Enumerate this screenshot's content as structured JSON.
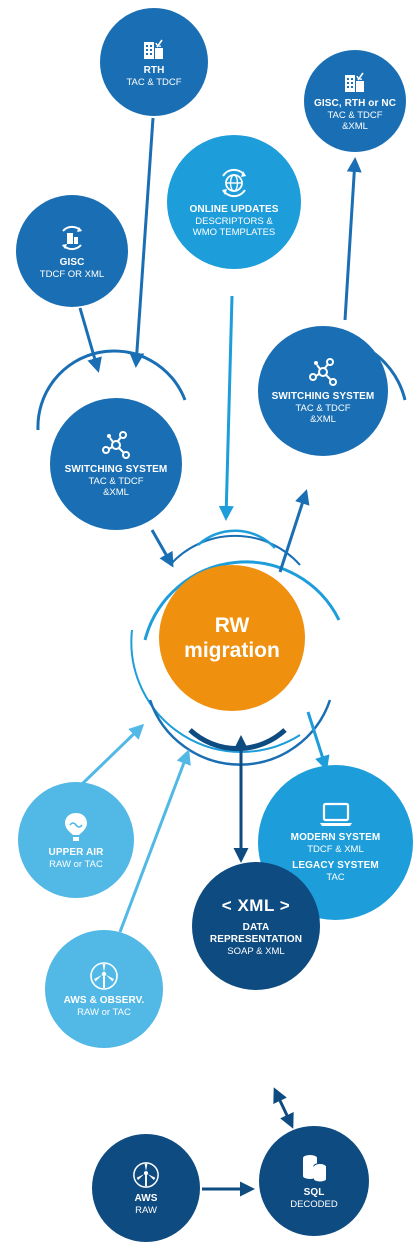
{
  "nodes": {
    "rth": {
      "title": "RTH",
      "sub": "TAC & TDCF",
      "icon": "building-antenna-icon"
    },
    "gisc_rth_nc": {
      "title": "GISC, RTH or NC",
      "sub1": "TAC & TDCF",
      "sub2": "&XML",
      "icon": "building-antenna-icon"
    },
    "gisc": {
      "title": "GISC",
      "sub": "TDCF OR XML",
      "icon": "building-sync-icon"
    },
    "online_updates": {
      "title": "ONLINE UPDATES",
      "sub1": "DESCRIPTORS &",
      "sub2": "WMO TEMPLATES",
      "icon": "globe-sync-icon"
    },
    "switching_right": {
      "title": "SWITCHING SYSTEM",
      "sub1": "TAC & TDCF",
      "sub2": "&XML",
      "icon": "network-icon"
    },
    "switching_left": {
      "title": "SWITCHING SYSTEM",
      "sub1": "TAC & TDCF",
      "sub2": "&XML",
      "icon": "network-icon"
    },
    "center": {
      "line1": "RW",
      "line2": "migration"
    },
    "upper_air": {
      "title": "UPPER AIR",
      "sub": "RAW or TAC",
      "icon": "balloon-icon"
    },
    "modern": {
      "title": "MODERN SYSTEM",
      "sub": "TDCF & XML",
      "title2": "LEGACY SYSTEM",
      "sub2": "TAC",
      "icon": "laptop-icon"
    },
    "aws_observ": {
      "title": "AWS & OBSERV.",
      "sub": "RAW or TAC",
      "icon": "wind-turbine-icon"
    },
    "data_repr": {
      "tag": "< XML >",
      "title1": "DATA",
      "title2": "REPRESENTATION",
      "sub": "SOAP & XML"
    },
    "aws": {
      "title": "AWS",
      "sub": "RAW",
      "icon": "wind-turbine-icon"
    },
    "sql": {
      "title": "SQL",
      "sub": "DECODED",
      "icon": "database-icon"
    }
  },
  "colors": {
    "mid_blue": "#1a6fb4",
    "light_blue": "#1e9ddb",
    "pale_blue": "#52b8e6",
    "dark_blue": "#0e4b80",
    "orange": "#f0900f"
  }
}
